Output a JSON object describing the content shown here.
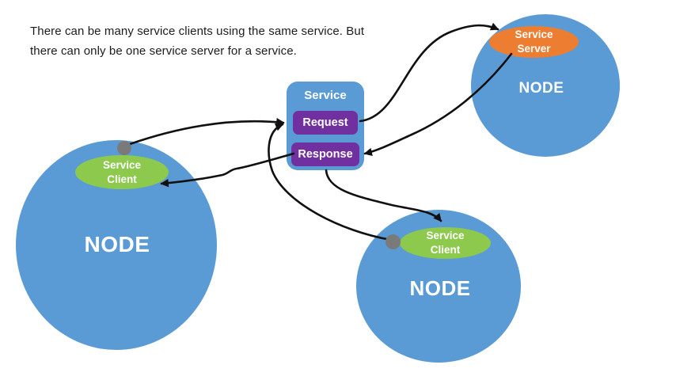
{
  "caption": {
    "line1": "There can be many service clients using the same service. But",
    "line2": "there can only be one service server for a service."
  },
  "service_box": {
    "title": "Service",
    "request_label": "Request",
    "response_label": "Response"
  },
  "nodes": {
    "left": {
      "label": "NODE",
      "ellipse": {
        "line1": "Service",
        "line2": "Client"
      }
    },
    "top_right": {
      "label": "NODE",
      "ellipse": {
        "line1": "Service",
        "line2": "Server"
      }
    },
    "bottom": {
      "label": "NODE",
      "ellipse": {
        "line1": "Service",
        "line2": "Client"
      }
    }
  },
  "colors": {
    "node_blue": "#5B9BD5",
    "client_green": "#8DC94D",
    "server_orange": "#ED7D31",
    "message_purple": "#7030A0",
    "connection_dot_gray": "#7A7A7A",
    "arrow_black": "#101010",
    "caption_text": "#1c1c1c",
    "label_white": "#ffffff"
  }
}
